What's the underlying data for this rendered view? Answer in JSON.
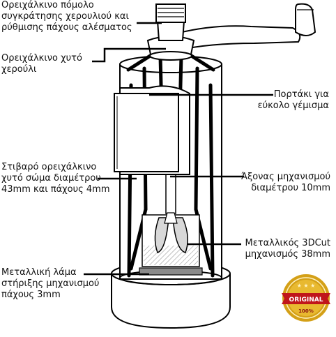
{
  "labels": {
    "knob": [
      "Ορειχάλκινο πόμολο",
      "συγκράτησης χερουλιού και",
      "ρύθμισης πάχους αλέσματος"
    ],
    "handle": [
      "Ορειχάλκινο χυτό",
      "χερούλι"
    ],
    "door": [
      "Πορτάκι για",
      "εύκολο γέμισμα"
    ],
    "body": [
      "Στιβαρό ορειχάλκινο",
      "χυτό σώμα διαμέτρου",
      "43mm και πάχους 4mm"
    ],
    "shaft": [
      "Άξονας μηχανισμού",
      "διαμέτρου 10mm"
    ],
    "mechanism": [
      "Μεταλλικός 3DCut",
      "μηχανισμός 38mm"
    ],
    "plate": [
      "Μεταλλική λάμα",
      "στήριξης μηχανισμού",
      "πάχους 3mm"
    ]
  },
  "badge": {
    "text": "ORIGINAL",
    "percent": "100%",
    "colors": {
      "ring": "#d4a017",
      "ribbon": "#c0161b",
      "text": "#ffffff"
    }
  },
  "colors": {
    "line": "#000000",
    "fill": "#ffffff",
    "cone": "#d8d8d8",
    "hatch": "#9a9a9a",
    "plate": "#8a8a8a"
  }
}
